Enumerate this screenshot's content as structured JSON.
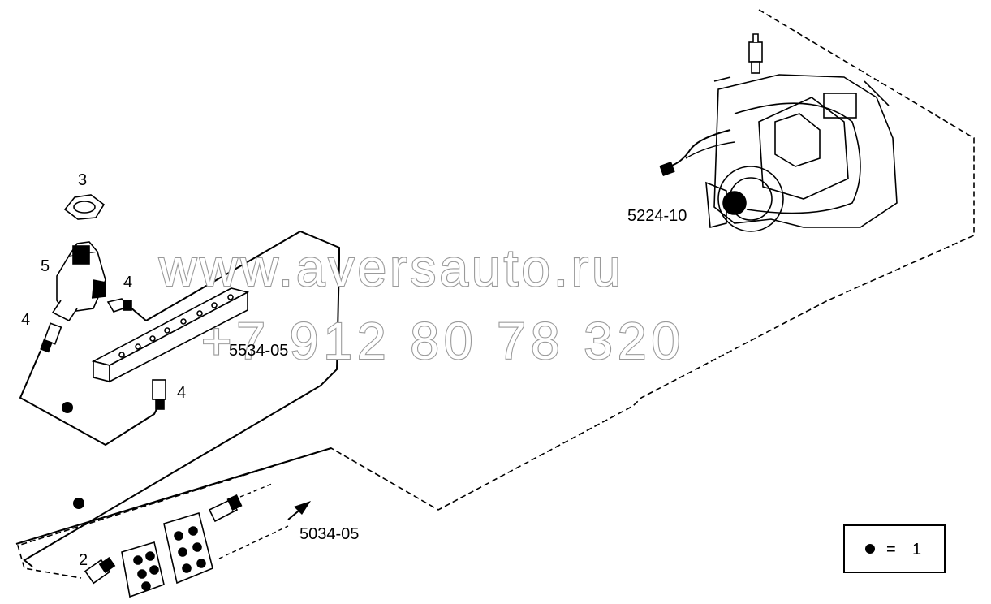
{
  "labels": {
    "part_3": "3",
    "part_5": "5",
    "part_4_a": "4",
    "part_4_b": "4",
    "part_4_c": "4",
    "part_2": "2",
    "ref_5224_10": "5224-10",
    "ref_5534_05": "5534-05",
    "ref_5034_05": "5034-05"
  },
  "legend": {
    "equals": "=",
    "quantity": "1"
  },
  "watermark": {
    "site": "www.aversauto.ru",
    "phone": "+7 912 80 78 320"
  },
  "icons": [
    "filled-dot-icon",
    "arrow-icon"
  ],
  "colors": {
    "line": "#000000",
    "watermark": "#9a9a9a",
    "background": "#ffffff"
  }
}
